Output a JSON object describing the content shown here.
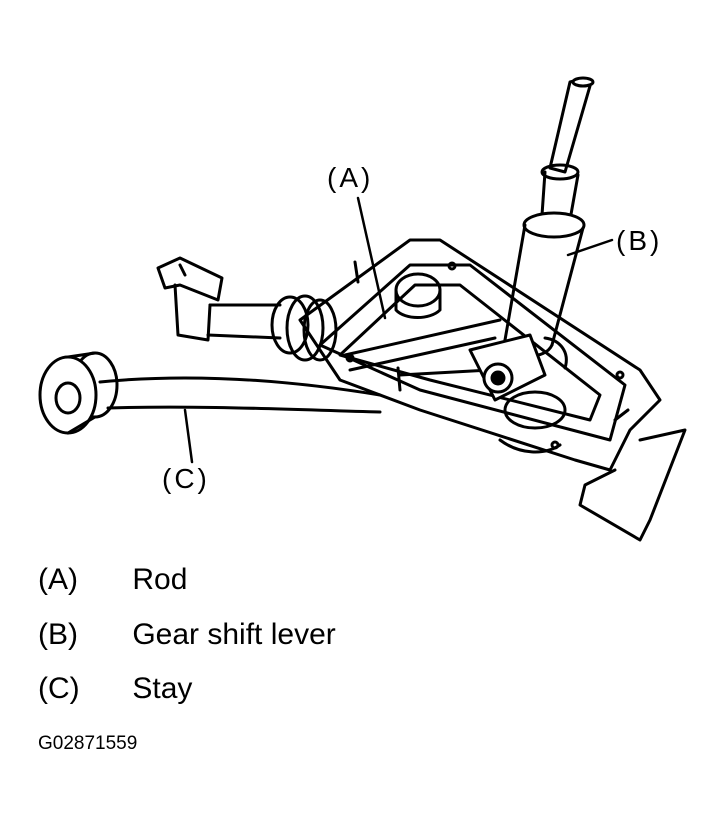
{
  "figure": {
    "callouts": {
      "a": "(A)",
      "b": "(B)",
      "c": "(C)"
    },
    "legend": [
      {
        "key": "(A)",
        "description": "Rod"
      },
      {
        "key": "(B)",
        "description": "Gear shift lever"
      },
      {
        "key": "(C)",
        "description": "Stay"
      }
    ],
    "code": "G02871559"
  }
}
